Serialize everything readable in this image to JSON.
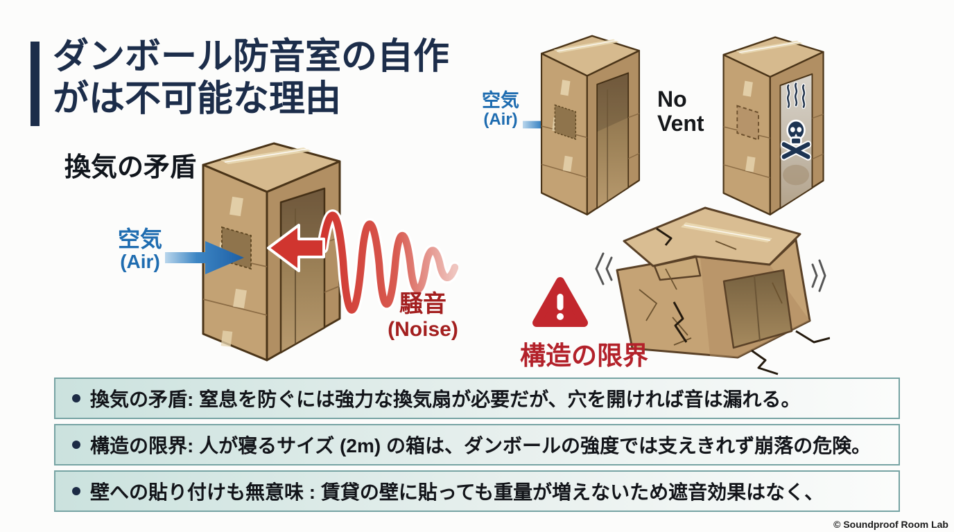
{
  "title": {
    "line1": "ダンボール防音室の自作",
    "line2": "がは不可能な理由"
  },
  "vent_diagram": {
    "heading": "換気の矛盾",
    "air_label": {
      "jp": "空気",
      "en": "(Air)"
    },
    "noise_label": {
      "jp": "騒音",
      "en": "(Noise)"
    }
  },
  "no_vent_diagram": {
    "air_label": {
      "jp": "空気",
      "en": "(Air)"
    },
    "no_vent_label": {
      "line1": "No",
      "line2": "Vent"
    }
  },
  "structure_diagram": {
    "warning_label": "構造の限界"
  },
  "bullets": [
    "換気の矛盾: 窒息を防ぐには強力な換気扇が必要だが、穴を開ければ音は漏れる。",
    "構造の限界: 人が寝るサイズ (2m) の箱は、ダンボールの強度では支えきれず崩落の危険。",
    "壁への貼り付けも無意味 : 賃貸の壁に貼っても重量が増えないため遮音効果はなく、"
  ],
  "footer": {
    "copyright": "© Soundproof Room Lab"
  },
  "colors": {
    "title_navy": "#1c2d4a",
    "air_blue": "#1e6cb0",
    "noise_red": "#d0352f",
    "noise_label_red": "#a31f1f",
    "warning_red": "#c2272d",
    "cardboard_tan": "#c3a274",
    "panel_border_teal": "#76a3a3",
    "panel_bg_teal": "#cbe2de"
  }
}
